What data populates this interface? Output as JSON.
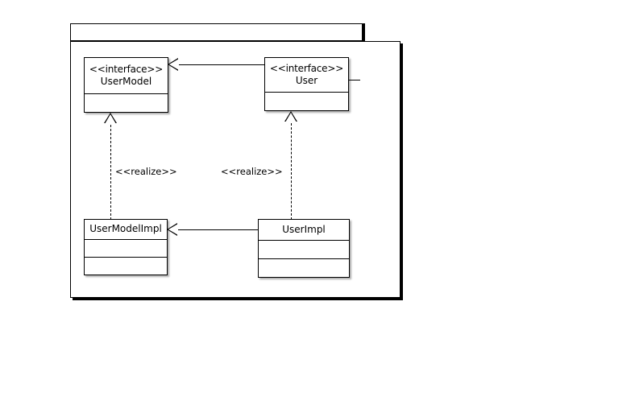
{
  "diagram": {
    "kind": "uml-class-diagram",
    "background_color": "#ffffff",
    "line_color": "#000000",
    "package": {
      "tab_label": "",
      "body_label": ""
    },
    "classes": [
      {
        "id": "user-model",
        "stereotype": "<<interface>>",
        "name": "UserModel",
        "compartments": 2
      },
      {
        "id": "user",
        "stereotype": "<<interface>>",
        "name": "User",
        "compartments": 2
      },
      {
        "id": "user-model-impl",
        "stereotype": "",
        "name": "UserModelImpl",
        "compartments": 3
      },
      {
        "id": "user-impl",
        "stereotype": "",
        "name": "UserImpl",
        "compartments": 3
      }
    ],
    "relationships": [
      {
        "id": "user-extends-usermodel",
        "type": "generalization",
        "style": "solid",
        "from": "User",
        "to": "UserModel",
        "label": ""
      },
      {
        "id": "usermodelimpl-realizes-usermodel",
        "type": "realization",
        "style": "dashed",
        "from": "UserModelImpl",
        "to": "UserModel",
        "label": "<<realize>>"
      },
      {
        "id": "userimpl-realizes-user",
        "type": "realization",
        "style": "dashed",
        "from": "UserImpl",
        "to": "User",
        "label": "<<realize>>"
      },
      {
        "id": "userimpl-extends-usermodelimpl",
        "type": "generalization",
        "style": "solid",
        "from": "UserImpl",
        "to": "UserModelImpl",
        "label": ""
      }
    ]
  }
}
